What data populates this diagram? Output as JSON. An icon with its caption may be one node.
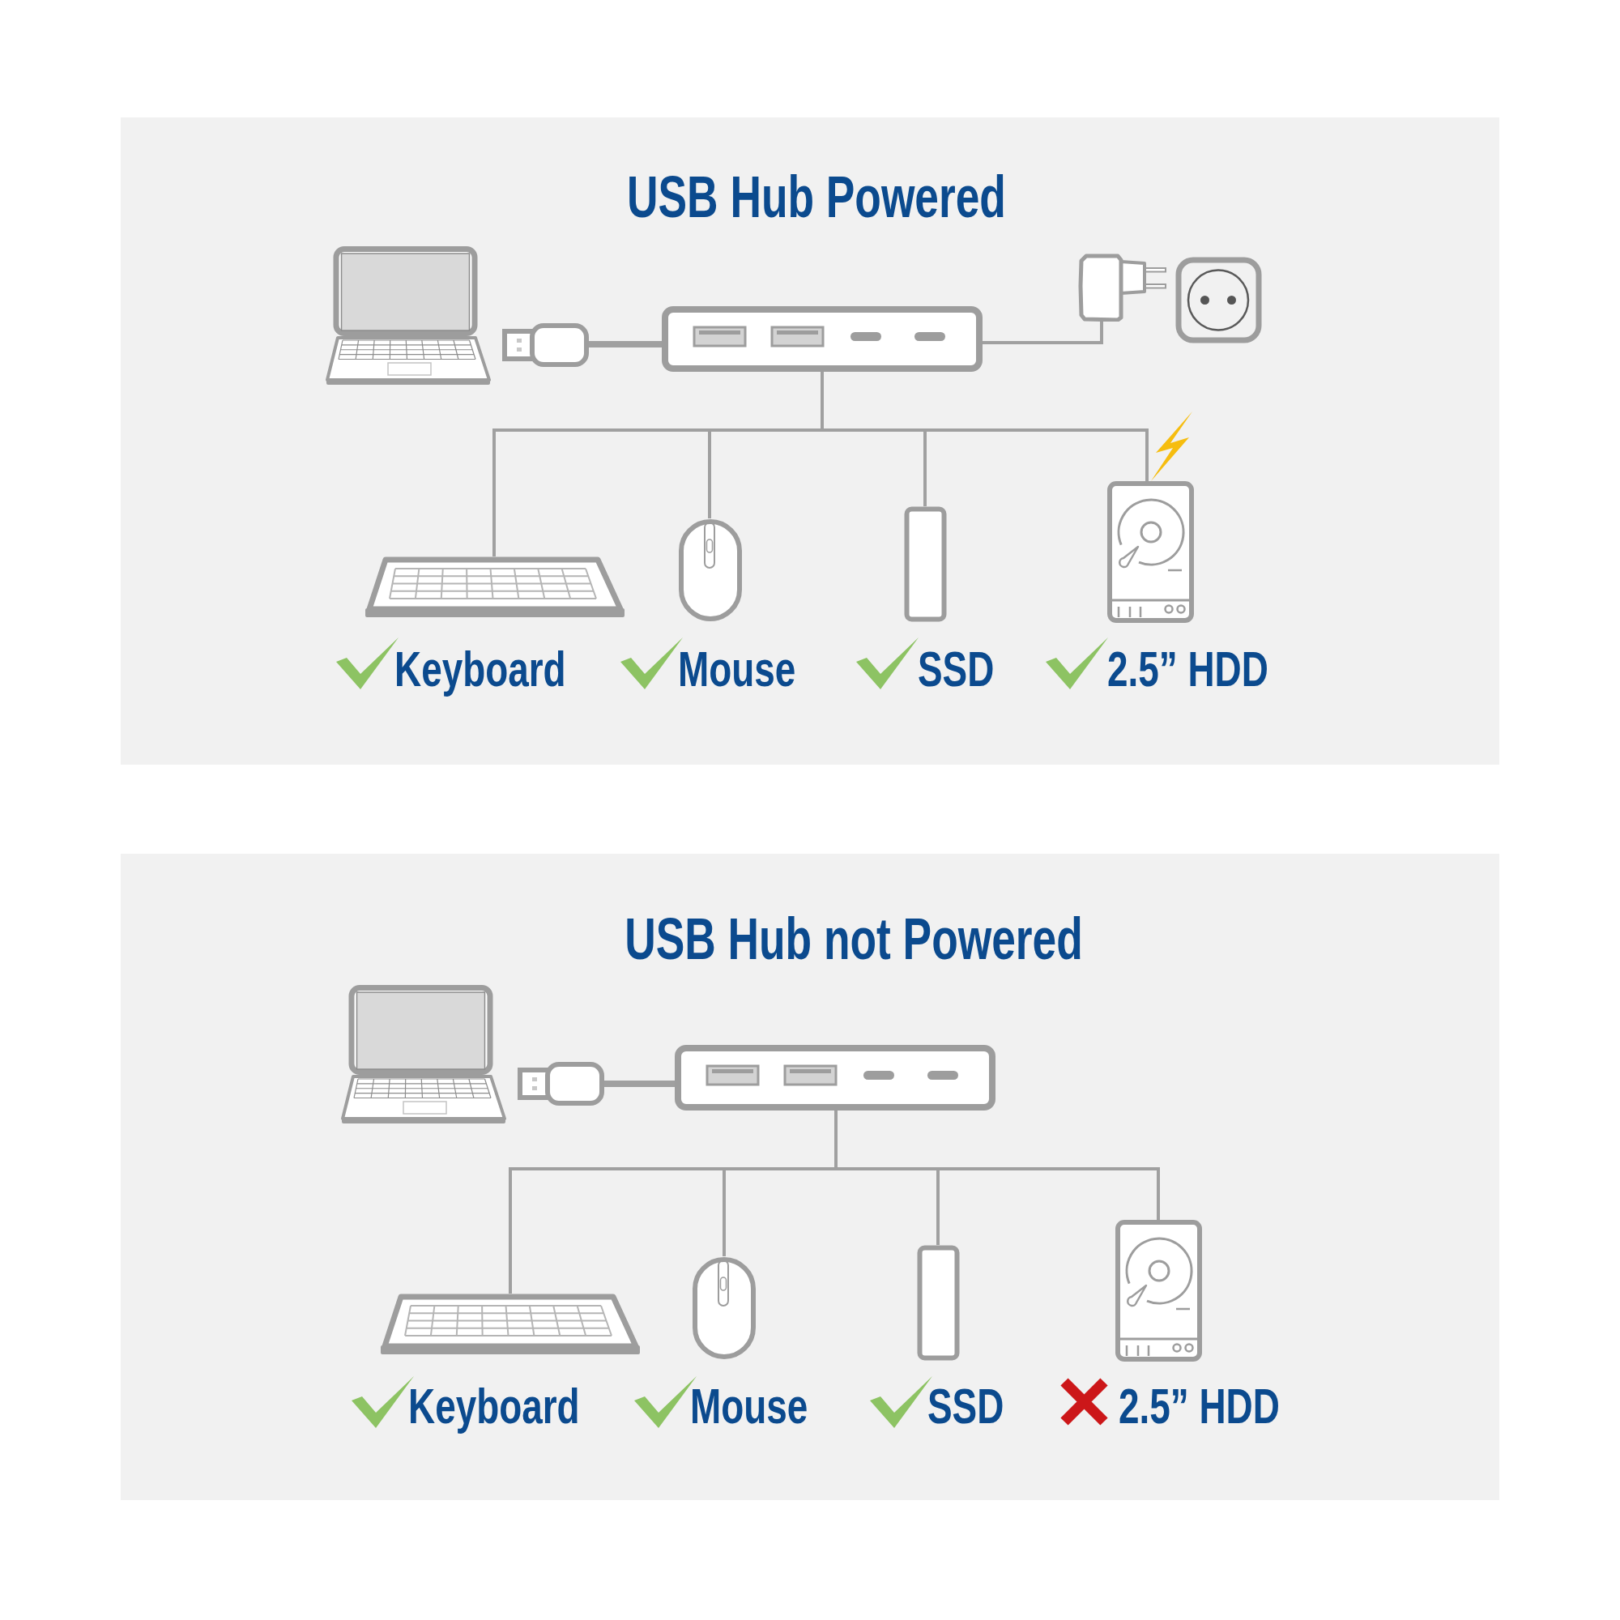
{
  "diagram": {
    "nodes": [
      {
        "text": [
          "USB Hub Powered"
        ]
      },
      {
        "text": [],
        "shape": "picture",
        "in": 0
      },
      {
        "text": [],
        "shape": "box",
        "in": 0
      },
      {
        "text": [],
        "shape": "picture",
        "in": 0
      },
      {
        "text": [],
        "shape": "picture",
        "in": 0
      },
      {
        "text": [],
        "shape": "picture",
        "in": 0
      },
      {
        "text": [],
        "shape": "picture",
        "in": 0,
        "beside": [
          "Keyboard"
        ]
      },
      {
        "text": [],
        "shape": "picture",
        "in": 0,
        "beside": [
          "Mouse"
        ]
      },
      {
        "text": [],
        "shape": "box",
        "in": 0,
        "beside": [
          "SSD"
        ]
      },
      {
        "text": [],
        "shape": "picture",
        "in": 0,
        "beside": [
          "2.5” HDD"
        ]
      },
      {
        "text": [
          "USB Hub not Powered"
        ]
      },
      {
        "text": [],
        "shape": "picture",
        "in": 10
      },
      {
        "text": [],
        "shape": "box",
        "in": 10
      },
      {
        "text": [],
        "shape": "picture",
        "in": 10
      },
      {
        "text": [],
        "shape": "picture",
        "in": 10,
        "beside": [
          "Keyboard"
        ]
      },
      {
        "text": [],
        "shape": "picture",
        "in": 10,
        "beside": [
          "Mouse"
        ]
      },
      {
        "text": [],
        "shape": "box",
        "in": 10,
        "beside": [
          "SSD"
        ]
      },
      {
        "text": [],
        "shape": "picture",
        "in": 10,
        "beside": [
          "2.5” HDD"
        ]
      }
    ],
    "edges": [
      {
        "from": 2,
        "to": 3,
        "arrow": "none",
        "style": "thick"
      },
      {
        "from": 3,
        "to": 4,
        "arrow": "none"
      },
      {
        "from": 3,
        "to": 6,
        "arrow": "none"
      },
      {
        "from": 3,
        "to": 7,
        "arrow": "none"
      },
      {
        "from": 3,
        "to": 8,
        "arrow": "none"
      },
      {
        "from": 3,
        "to": 9,
        "arrow": "none"
      },
      {
        "from": 12,
        "to": 13,
        "arrow": "none",
        "style": "thick"
      },
      {
        "from": 13,
        "to": 14,
        "arrow": "none"
      },
      {
        "from": 13,
        "to": 15,
        "arrow": "none"
      },
      {
        "from": 13,
        "to": 16,
        "arrow": "none"
      },
      {
        "from": 13,
        "to": 17,
        "arrow": "none"
      }
    ]
  }
}
